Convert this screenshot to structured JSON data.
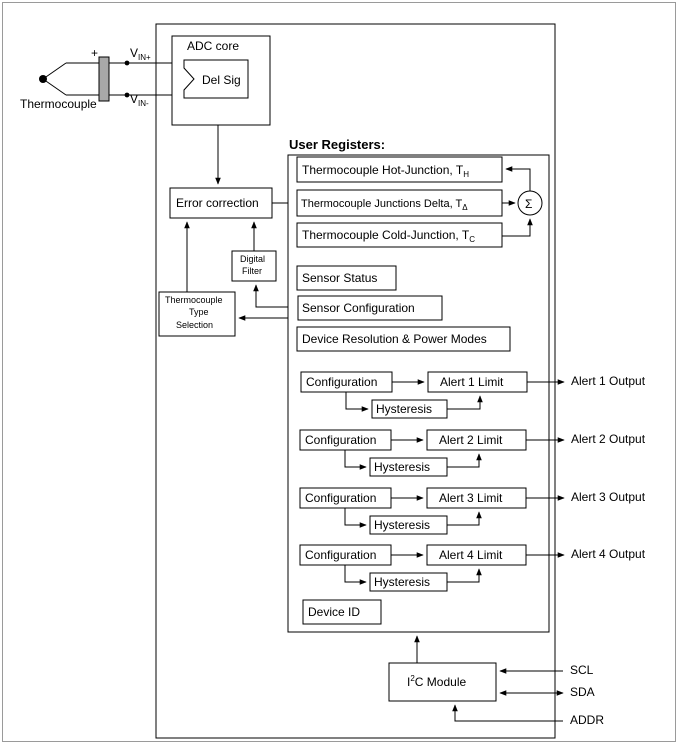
{
  "inputs": {
    "thermocouple": "Thermocouple",
    "plus": "+",
    "vin_pos": "V",
    "vin_pos_sub": "IN+",
    "vin_neg": "V",
    "vin_neg_sub": "IN-"
  },
  "adc": {
    "core": "ADC core",
    "delsig": "Del Sig"
  },
  "processing": {
    "error_correction": "Error correction",
    "digital_filter_1": "Digital",
    "digital_filter_2": "Filter",
    "tc_type_1": "Thermocouple",
    "tc_type_2": "Type",
    "tc_type_3": "Selection"
  },
  "registers": {
    "title": "User Registers:",
    "hot_junction": "Thermocouple Hot-Junction, T",
    "hot_sub": "H",
    "delta": "Thermocouple Junctions Delta, T",
    "delta_sub": "Δ",
    "cold_junction": "Thermocouple Cold-Junction, T",
    "cold_sub": "C",
    "sigma": "Σ",
    "sensor_status": "Sensor Status",
    "sensor_config": "Sensor Configuration",
    "device_resolution": "Device Resolution & Power Modes",
    "device_id": "Device ID"
  },
  "alerts": [
    {
      "config": "Configuration",
      "limit": "Alert 1 Limit",
      "hysteresis": "Hysteresis",
      "output": "Alert 1 Output"
    },
    {
      "config": "Configuration",
      "limit": "Alert 2 Limit",
      "hysteresis": "Hysteresis",
      "output": "Alert 2 Output"
    },
    {
      "config": "Configuration",
      "limit": "Alert 3 Limit",
      "hysteresis": "Hysteresis",
      "output": "Alert 3 Output"
    },
    {
      "config": "Configuration",
      "limit": "Alert 4 Limit",
      "hysteresis": "Hysteresis",
      "output": "Alert 4 Output"
    }
  ],
  "interface": {
    "i2c": "I",
    "i2c_sup": "2",
    "i2c_rest": "C Module",
    "scl": "SCL",
    "sda": "SDA",
    "addr": "ADDR"
  }
}
